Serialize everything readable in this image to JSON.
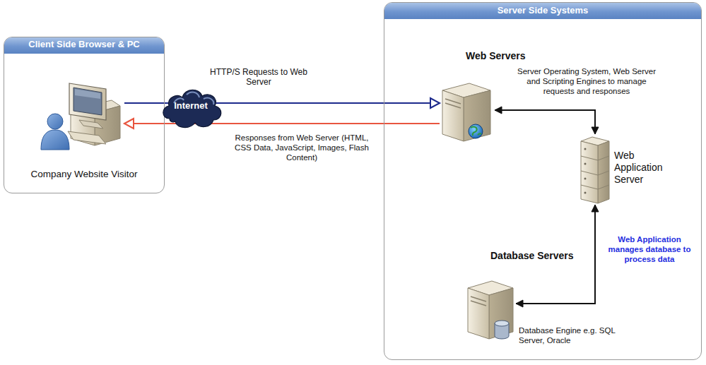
{
  "diagram": {
    "nodes": [
      {
        "text": [
          "Client Side Browser & PC"
        ]
      },
      {
        "text": [
          "Company Website Visitor"
        ],
        "in": 0
      },
      {
        "text": [
          "Internet"
        ]
      },
      {
        "text": [
          "Server Side Systems"
        ]
      },
      {
        "text": [
          "Web Servers",
          "Server Operating System, Web Server and Scripting Engines to manage requests and responses"
        ],
        "in": 3
      },
      {
        "text": [
          "Web Application Server"
        ],
        "in": 3
      },
      {
        "text": [
          "Database Servers",
          "Database Engine e.g. SQL Server, Oracle"
        ],
        "in": 3
      }
    ],
    "edges": [
      {
        "from": 1,
        "to": 4,
        "label": "HTTP/S Requests to Web Server",
        "arrow": "to"
      },
      {
        "from": 4,
        "to": 1,
        "label": "Responses from Web Server (HTML, CSS Data, JavaScript, Images, Flash Content)",
        "arrow": "to"
      },
      {
        "from": 4,
        "to": 5,
        "arrow": "both"
      },
      {
        "from": 5,
        "to": 6,
        "label": "Web Application manages database to process data",
        "arrow": "both"
      }
    ]
  }
}
